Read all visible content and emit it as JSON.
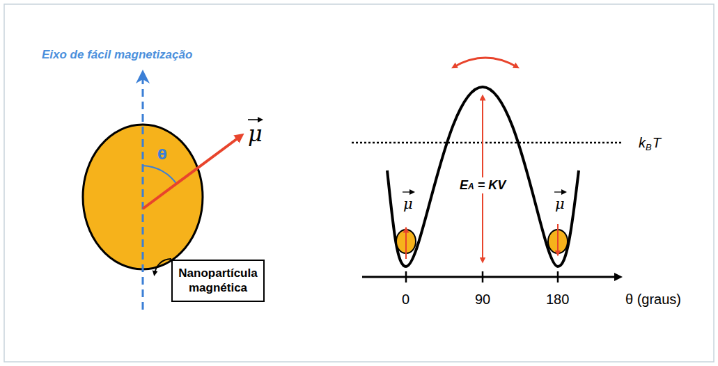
{
  "diagram": {
    "nodes": [
      {
        "text": [
          "Nanopartícula magnética"
        ]
      }
    ],
    "labels": [
      "Eixo de fácil magnetização",
      "θ",
      "μ",
      "μ",
      "μ",
      "E",
      "A",
      "= KV",
      "k",
      "B",
      "T",
      "0",
      "90",
      "180",
      "θ (graus)"
    ]
  }
}
